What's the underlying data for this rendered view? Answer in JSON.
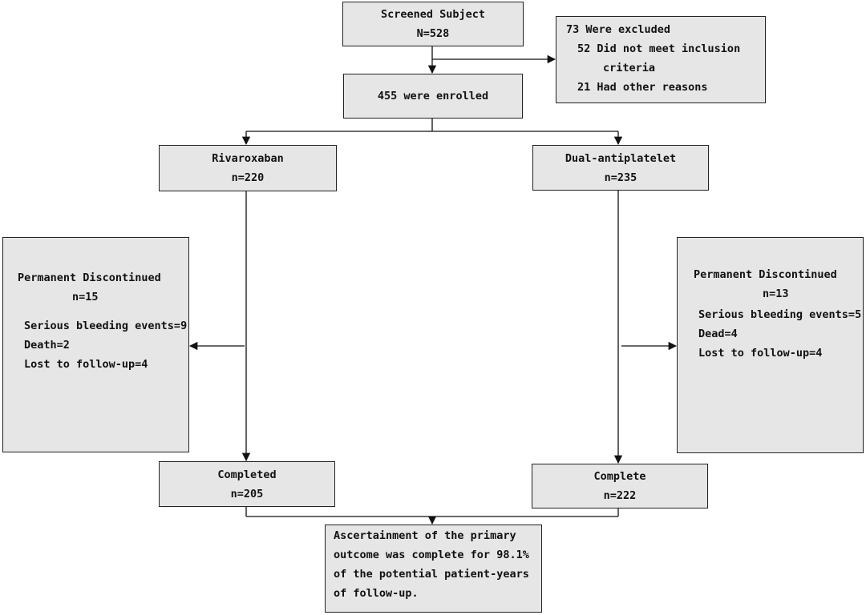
{
  "screened": {
    "title": "Screened Subject",
    "count": "N=528"
  },
  "excluded": {
    "header": "73  Were excluded",
    "item1": "52  Did not meet inclusion",
    "item1_cont": "criteria",
    "item2": "21  Had other reasons"
  },
  "enrolled": {
    "title": "455 were enrolled"
  },
  "arm_left": {
    "title": "Rivaroxaban",
    "count": "n=220"
  },
  "arm_right": {
    "title": "Dual-antiplatelet",
    "count": "n=235"
  },
  "discontinued_left": {
    "title": "Permanent Discontinued",
    "count": "n=15",
    "items": [
      "Serious bleeding events=9",
      "Death=2",
      "Lost to follow-up=4"
    ]
  },
  "discontinued_right": {
    "title": "Permanent Discontinued",
    "count": "n=13",
    "items": [
      "Serious bleeding events=5",
      "Dead=4",
      "Lost to follow-up=4"
    ]
  },
  "completed_left": {
    "title": "Completed",
    "count": "n=205"
  },
  "completed_right": {
    "title": "Complete",
    "count": "n=222"
  },
  "outcome": {
    "lines": [
      "Ascertainment  of  the  primary",
      "outcome was complete for 98.1%",
      "of the potential patient-years",
      "of follow-up."
    ]
  }
}
